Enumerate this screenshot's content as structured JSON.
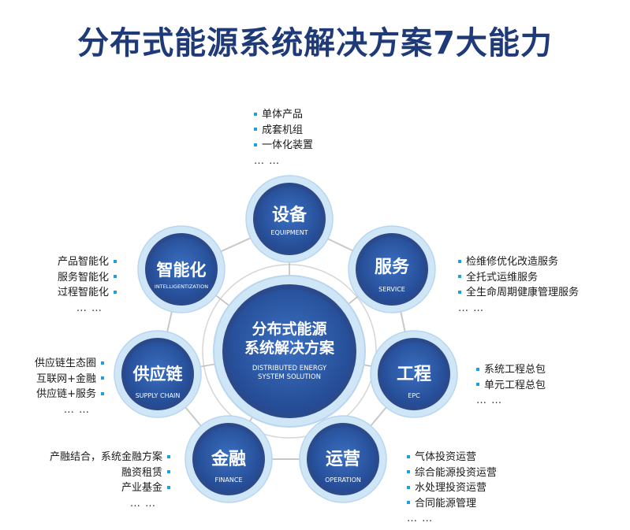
{
  "title": "分布式能源系统解决方案7大能力",
  "center": {
    "title_line1": "分布式能源",
    "title_line2": "系统解决方案",
    "sub_line1": "DISTRIBUTED ENERGY",
    "sub_line2": "SYSTEM SOLUTION"
  },
  "nodes": {
    "equipment": {
      "title": "设备",
      "subtitle": "EQUIPMENT"
    },
    "service": {
      "title": "服务",
      "subtitle": "SERVICE"
    },
    "epc": {
      "title": "工程",
      "subtitle": "EPC"
    },
    "operation": {
      "title": "运营",
      "subtitle": "OPERATION"
    },
    "finance": {
      "title": "金融",
      "subtitle": "FINANCE"
    },
    "supply": {
      "title": "供应链",
      "subtitle": "SUPPLY CHAIN"
    },
    "intelligent": {
      "title": "智能化",
      "subtitle": "INTELLIGENTIZATION"
    }
  },
  "lists": {
    "equipment": [
      "单体产品",
      "成套机组",
      "一体化装置"
    ],
    "service": [
      "检维修优化改造服务",
      "全托式运维服务",
      "全生命周期健康管理服务"
    ],
    "epc": [
      "系统工程总包",
      "单元工程总包"
    ],
    "operation": [
      "气体投资运营",
      "综合能源投资运营",
      "水处理投资运营",
      "合同能源管理"
    ],
    "finance": [
      "产融结合，系统金融方案",
      "融资租赁",
      "产业基金"
    ],
    "supply": [
      "供应链生态圈",
      "互联网+金融",
      "供应链+服务"
    ],
    "intelligent": [
      "产品智能化",
      "服务智能化",
      "过程智能化"
    ]
  },
  "ellipsis": "… …",
  "colors": {
    "title": "#1f3a78",
    "node_ring": "#2b4a8c",
    "node_inner": "#2e5aa8",
    "node_outer": "#cfe6f7",
    "bullet": "#1fa0dc"
  }
}
